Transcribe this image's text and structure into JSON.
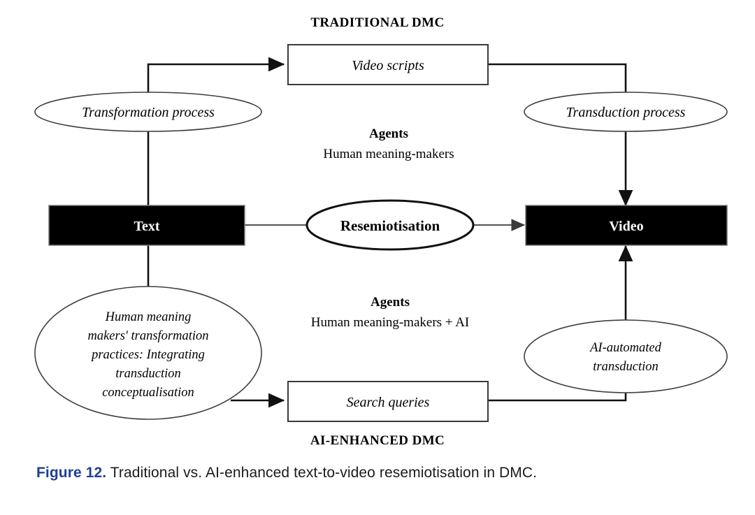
{
  "figure": {
    "caption_number": "Figure 12.",
    "caption_text": "Traditional vs. AI-enhanced text-to-video resemiotisation in DMC.",
    "caption_number_color": "#1f3f96"
  },
  "diagram": {
    "top_heading": "TRADITIONAL DMC",
    "bottom_heading": "AI-ENHANCED DMC",
    "boxes": [
      {
        "id": "video-scripts",
        "label": "Video scripts",
        "style": "outlined-italic"
      },
      {
        "id": "text",
        "label": "Text",
        "style": "filled-black"
      },
      {
        "id": "video",
        "label": "Video",
        "style": "filled-black"
      },
      {
        "id": "search-queries",
        "label": "Search queries",
        "style": "outlined-italic"
      }
    ],
    "ellipses": [
      {
        "id": "transformation-process",
        "label": "Transformation process",
        "style": "italic"
      },
      {
        "id": "transduction-process",
        "label": "Transduction process",
        "style": "italic"
      },
      {
        "id": "resemiotisation",
        "label": "Resemiotisation",
        "style": "bold"
      },
      {
        "id": "human-meaning-makers-transformation",
        "lines": [
          "Human meaning",
          "makers' transformation",
          "practices: Integrating",
          "transduction",
          "conceptualisation"
        ],
        "style": "italic"
      },
      {
        "id": "ai-automated-transduction",
        "lines": [
          "AI-automated",
          "transduction"
        ],
        "style": "italic"
      }
    ],
    "agents_top": {
      "title": "Agents",
      "detail": "Human meaning-makers"
    },
    "agents_bottom": {
      "title": "Agents",
      "detail": "Human meaning-makers + AI"
    }
  }
}
